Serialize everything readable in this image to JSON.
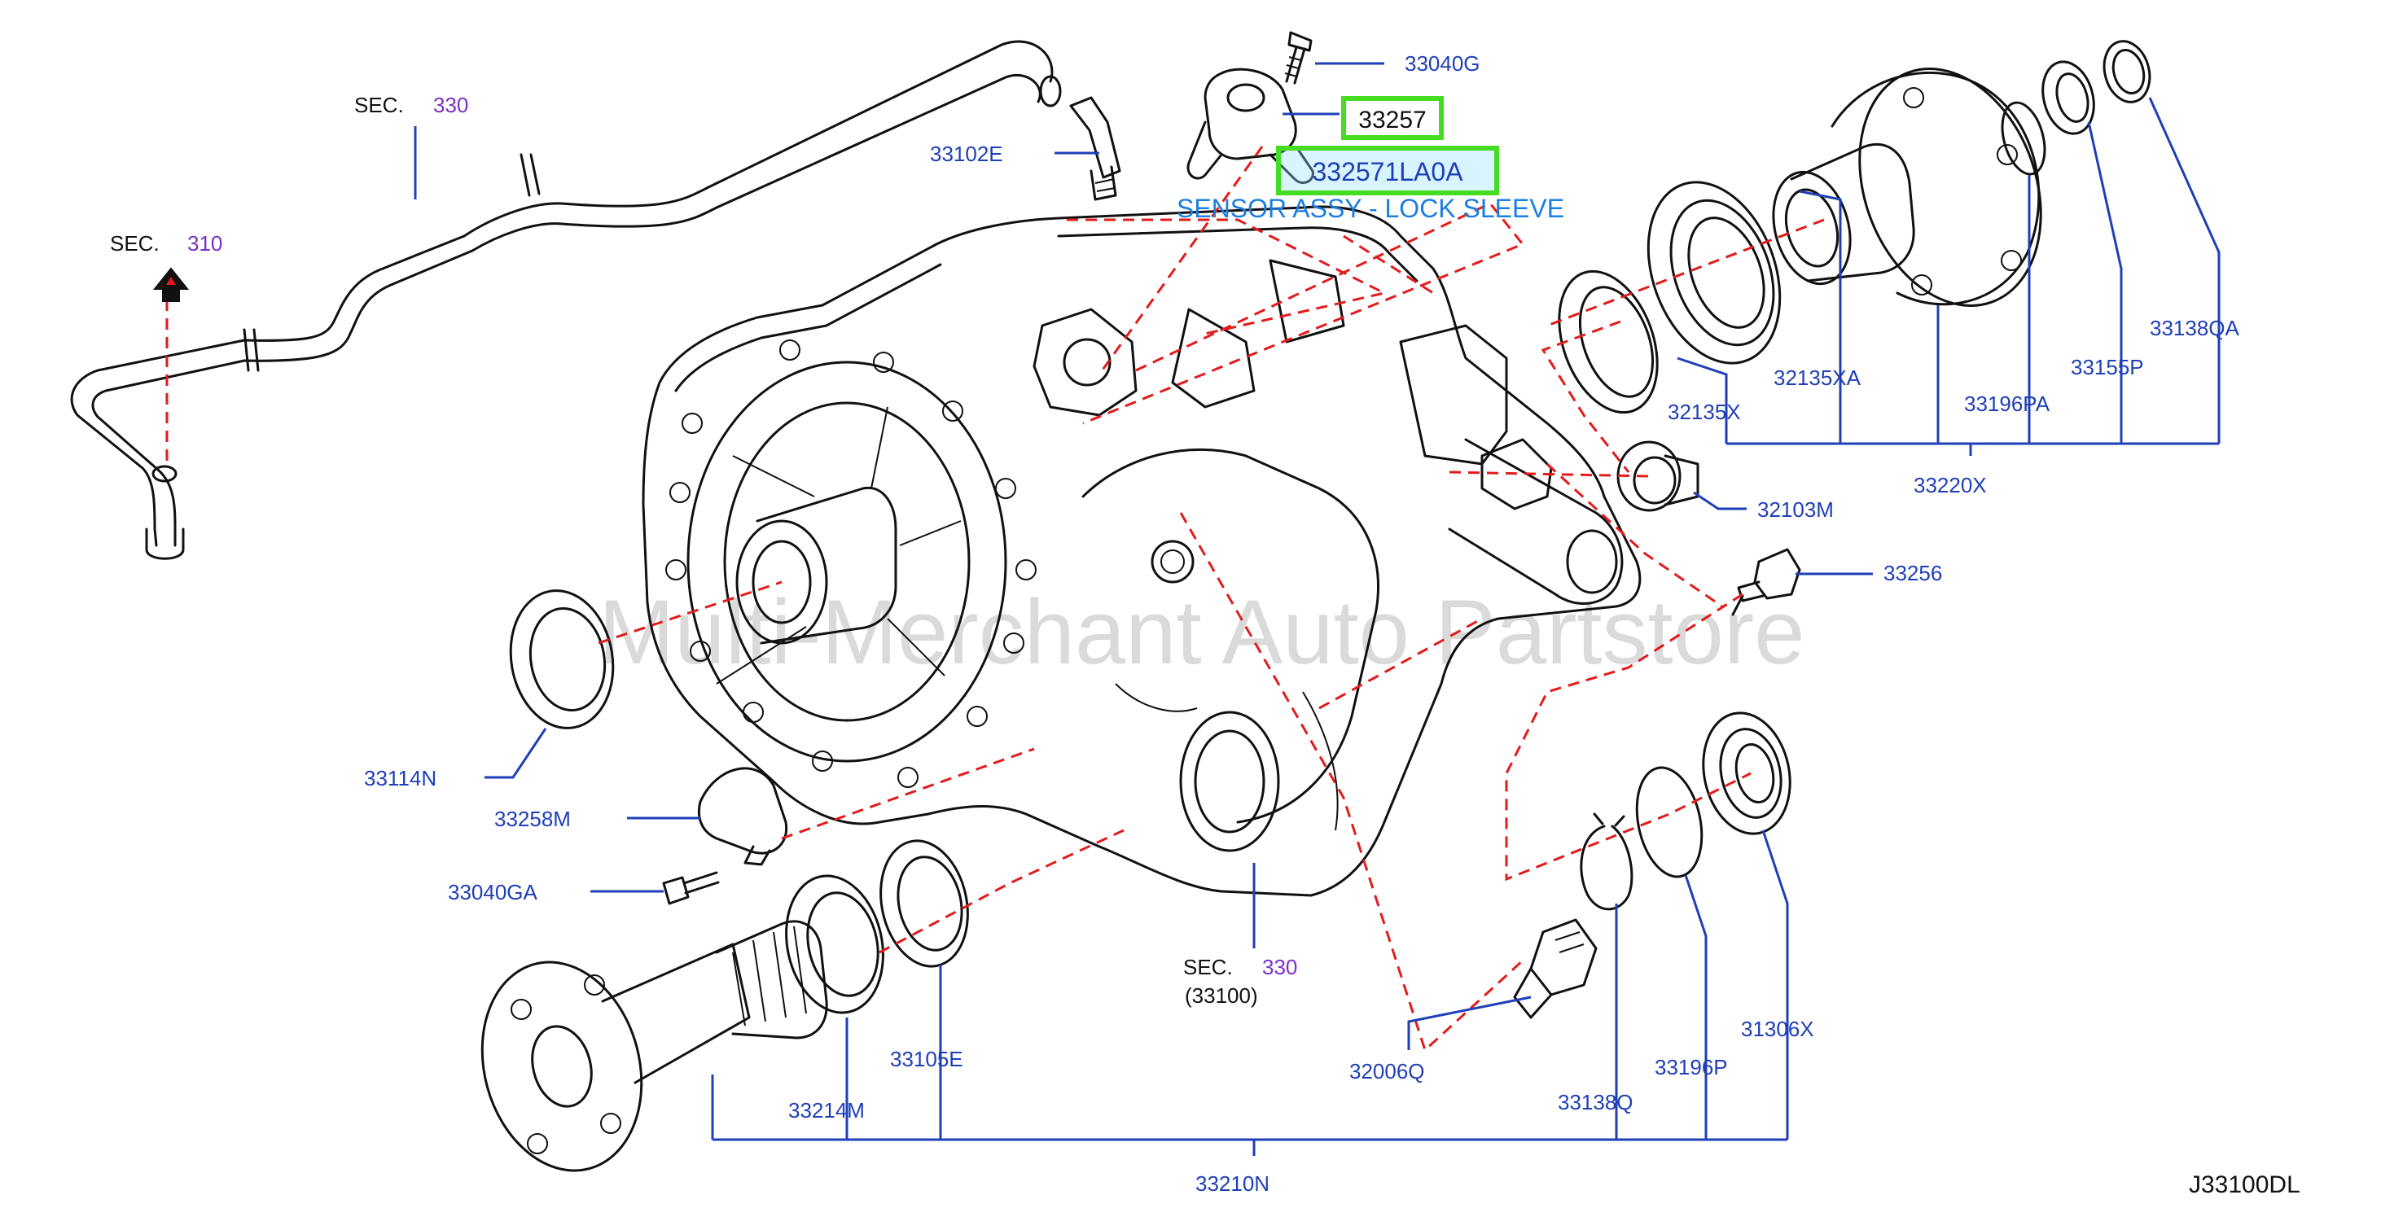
{
  "diagram_code": "J33100DL",
  "watermark": "Multi-Merchant Auto Partstore",
  "highlight": {
    "part_number": "33257",
    "oem_number": "332571LA0A",
    "description": "SENSOR ASSY - LOCK SLEEVE"
  },
  "sections": [
    {
      "prefix": "SEC.",
      "number": "330",
      "sub": ""
    },
    {
      "prefix": "SEC.",
      "number": "310",
      "sub": ""
    },
    {
      "prefix": "SEC.",
      "number": "330",
      "sub": "(33100)"
    }
  ],
  "labels": [
    "33040G",
    "33102E",
    "32135X",
    "32135XA",
    "33196PA",
    "33155P",
    "33138QA",
    "33220X",
    "32103M",
    "33256",
    "33114N",
    "33258M",
    "33040GA",
    "33214M",
    "33105E",
    "32006Q",
    "33138Q",
    "33196P",
    "31306X",
    "33210N"
  ],
  "colors": {
    "label": "#1f3fb8",
    "section_number": "#7b2fc9",
    "highlight_border": "#44dd22",
    "callout_dash": "#e31b1b",
    "description": "#1b7fe0"
  }
}
